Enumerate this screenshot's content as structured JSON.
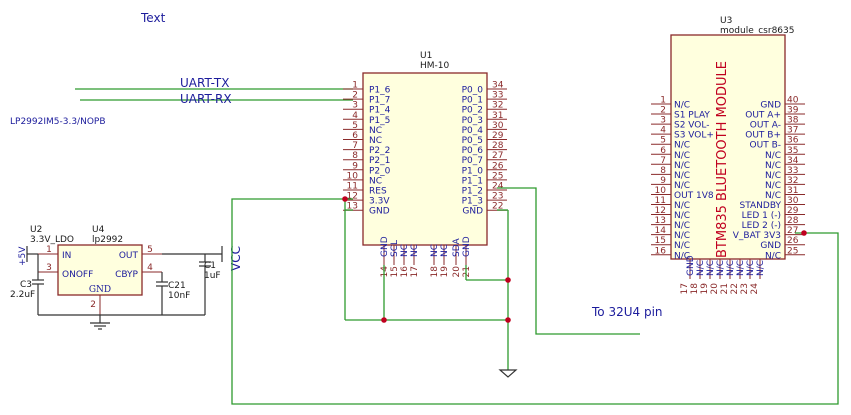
{
  "labels": {
    "text_note": "Text",
    "uart_tx": "UART-TX",
    "uart_rx": "UART-RX",
    "lp_part": "LP2992IM5-3.3/NOPB",
    "to_32u4": "To 32U4 pin",
    "vcc": "VCC",
    "plus5v": "+5V"
  },
  "u1": {
    "ref": "U1",
    "value": "HM-10",
    "left_pins": [
      {
        "num": "1",
        "name": "P1_6"
      },
      {
        "num": "2",
        "name": "P1_7"
      },
      {
        "num": "3",
        "name": "P1_4"
      },
      {
        "num": "4",
        "name": "P1_5"
      },
      {
        "num": "5",
        "name": "NC"
      },
      {
        "num": "6",
        "name": "NC"
      },
      {
        "num": "7",
        "name": "P2_2"
      },
      {
        "num": "8",
        "name": "P2_1"
      },
      {
        "num": "9",
        "name": "P2_0"
      },
      {
        "num": "10",
        "name": "NC"
      },
      {
        "num": "11",
        "name": "RES"
      },
      {
        "num": "12",
        "name": "3.3V"
      },
      {
        "num": "13",
        "name": "GND"
      }
    ],
    "right_pins": [
      {
        "num": "34",
        "name": "P0_0"
      },
      {
        "num": "33",
        "name": "P0_1"
      },
      {
        "num": "32",
        "name": "P0_2"
      },
      {
        "num": "31",
        "name": "P0_3"
      },
      {
        "num": "30",
        "name": "P0_4"
      },
      {
        "num": "29",
        "name": "P0_5"
      },
      {
        "num": "28",
        "name": "P0_6"
      },
      {
        "num": "27",
        "name": "P0_7"
      },
      {
        "num": "26",
        "name": "P1_0"
      },
      {
        "num": "25",
        "name": "P1_1"
      },
      {
        "num": "24",
        "name": "P1_2"
      },
      {
        "num": "23",
        "name": "P1_3"
      },
      {
        "num": "22",
        "name": "GND"
      }
    ],
    "bottom_pins": [
      {
        "num": "14",
        "name": "GND"
      },
      {
        "num": "15",
        "name": "SCL"
      },
      {
        "num": "16",
        "name": "NC"
      },
      {
        "num": "17",
        "name": "NC"
      },
      {
        "num": "18",
        "name": "NC"
      },
      {
        "num": "19",
        "name": "NC"
      },
      {
        "num": "20",
        "name": "SDA"
      },
      {
        "num": "21",
        "name": "GND"
      }
    ]
  },
  "u3": {
    "ref": "U3",
    "value": "module_csr8635",
    "title": "BTM835 BLUETOOTH MODULE",
    "left_pins": [
      {
        "num": "1",
        "name": "N/C"
      },
      {
        "num": "2",
        "name": "S1 PLAY"
      },
      {
        "num": "3",
        "name": "S2 VOL-"
      },
      {
        "num": "4",
        "name": "S3 VOL+"
      },
      {
        "num": "5",
        "name": "N/C"
      },
      {
        "num": "6",
        "name": "N/C"
      },
      {
        "num": "7",
        "name": "N/C"
      },
      {
        "num": "8",
        "name": "N/C"
      },
      {
        "num": "9",
        "name": "N/C"
      },
      {
        "num": "10",
        "name": "OUT 1V8"
      },
      {
        "num": "11",
        "name": "N/C"
      },
      {
        "num": "12",
        "name": "N/C"
      },
      {
        "num": "13",
        "name": "N/C"
      },
      {
        "num": "14",
        "name": "N/C"
      },
      {
        "num": "15",
        "name": "N/C"
      },
      {
        "num": "16",
        "name": "N/C"
      }
    ],
    "right_pins": [
      {
        "num": "40",
        "name": "GND"
      },
      {
        "num": "39",
        "name": "OUT A+"
      },
      {
        "num": "38",
        "name": "OUT A-"
      },
      {
        "num": "37",
        "name": "OUT B+"
      },
      {
        "num": "36",
        "name": "OUT B-"
      },
      {
        "num": "35",
        "name": "N/C"
      },
      {
        "num": "34",
        "name": "N/C"
      },
      {
        "num": "33",
        "name": "N/C"
      },
      {
        "num": "32",
        "name": "N/C"
      },
      {
        "num": "31",
        "name": "N/C"
      },
      {
        "num": "30",
        "name": "STANDBY"
      },
      {
        "num": "29",
        "name": "LED 1 (-)"
      },
      {
        "num": "28",
        "name": "LED 2 (-)"
      },
      {
        "num": "27",
        "name": "V_BAT 3V3"
      },
      {
        "num": "26",
        "name": "GND"
      },
      {
        "num": "25",
        "name": "N/C"
      }
    ],
    "bottom_pins": [
      {
        "num": "17",
        "name": "GND"
      },
      {
        "num": "18",
        "name": "N/C"
      },
      {
        "num": "19",
        "name": "N/C"
      },
      {
        "num": "20",
        "name": "N/C"
      },
      {
        "num": "21",
        "name": "N/C"
      },
      {
        "num": "22",
        "name": "N/C"
      },
      {
        "num": "23",
        "name": "N/C"
      },
      {
        "num": "24",
        "name": "N/C"
      }
    ]
  },
  "u2": {
    "ref": "U2",
    "value": "3.3V_LDO",
    "ref2": "U4",
    "value2": "lp2992",
    "left_pins": [
      {
        "num": "1",
        "name": "IN"
      },
      {
        "num": "3",
        "name": "ONOFF"
      }
    ],
    "right_pins": [
      {
        "num": "5",
        "name": "OUT"
      },
      {
        "num": "4",
        "name": "CBYP"
      }
    ],
    "bottom_pin": {
      "num": "2",
      "name": "GND"
    }
  },
  "caps": [
    {
      "ref": "C3",
      "value": "2.2uF"
    },
    {
      "ref": "C21",
      "value": "10nF"
    },
    {
      "ref": "C1",
      "value": "1uF"
    }
  ]
}
